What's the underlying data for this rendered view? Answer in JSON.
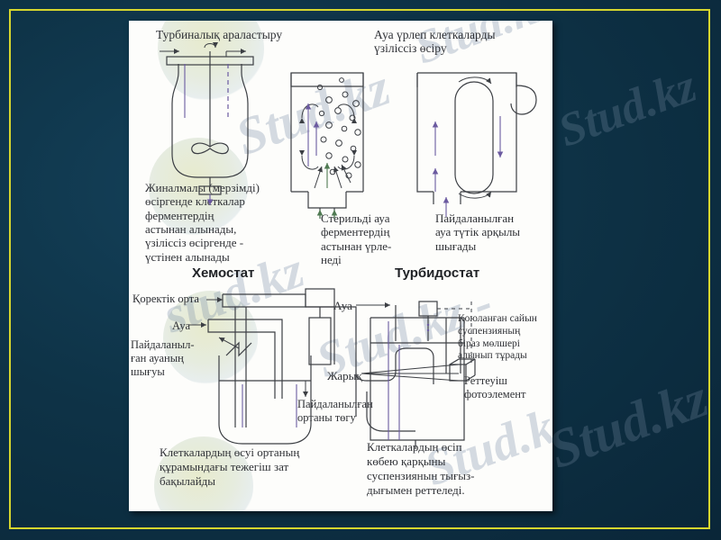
{
  "slide": {
    "background_color": "#0e3347",
    "frame_color": "#d6d62e",
    "page_color": "#fdfdfb"
  },
  "watermarks": {
    "text_a": "Stud.kz",
    "text_b": "Stud.kz-",
    "text_c": "stud.kz",
    "text_d": "Stud.kz -",
    "text_e": "Stud.kz"
  },
  "figure": {
    "top_left": {
      "heading": "Турбиналық араластыру",
      "caption": "Жиналмалы (мерзімді)\nөсіргенде клеткалар\nферментердің\nастынан алынады,\nүзіліссіз өсіргенде -\nүстінен алынады",
      "caption_lines": [
        "Жиналмалы (мерзімді)",
        "өсіргенде клеткалар",
        "ферментердің",
        "астынан алынады,",
        "үзіліссіз өсіргенде -",
        "үстінен алынады"
      ],
      "title": "Хемостат"
    },
    "top_right": {
      "heading_lines": [
        "Ауа үрлеп клеткаларды",
        "үзіліссіз өсіру"
      ],
      "caption_mid_lines": [
        "Стерильді ауа",
        "ферментердің",
        "астынан үрле-",
        "неді"
      ],
      "caption_right_lines": [
        "Пайдаланылған",
        "ауа түтік арқылы",
        "шығады"
      ],
      "title": "Турбидостат"
    },
    "bottom_left": {
      "label_feed": "Қоректік орта",
      "label_air": "Ауа",
      "label_exhaust_lines": [
        "Пайдаланыл-",
        "ған ауаның",
        "шығуы"
      ],
      "label_drain_lines": [
        "Пайдаланылған",
        "ортаны төгу"
      ],
      "caption_lines": [
        "Клеткалардың өсуі ортаның",
        "құрамындағы тежегіш зат",
        "бақылайды"
      ]
    },
    "bottom_right": {
      "label_air": "Ауа",
      "label_light": "Жарық",
      "label_overflow_lines": [
        "Қоюланған сайын",
        "суспензияның",
        "біраз мөлшері",
        "алынып тұрады"
      ],
      "label_photocell_lines": [
        "Реттеуіш",
        "фотоэлемент"
      ],
      "caption_lines": [
        "Клеткалардың өсіп",
        "көбею қарқыны",
        "суспензиянын тығыз-",
        "дығымен реттеледі."
      ]
    }
  }
}
